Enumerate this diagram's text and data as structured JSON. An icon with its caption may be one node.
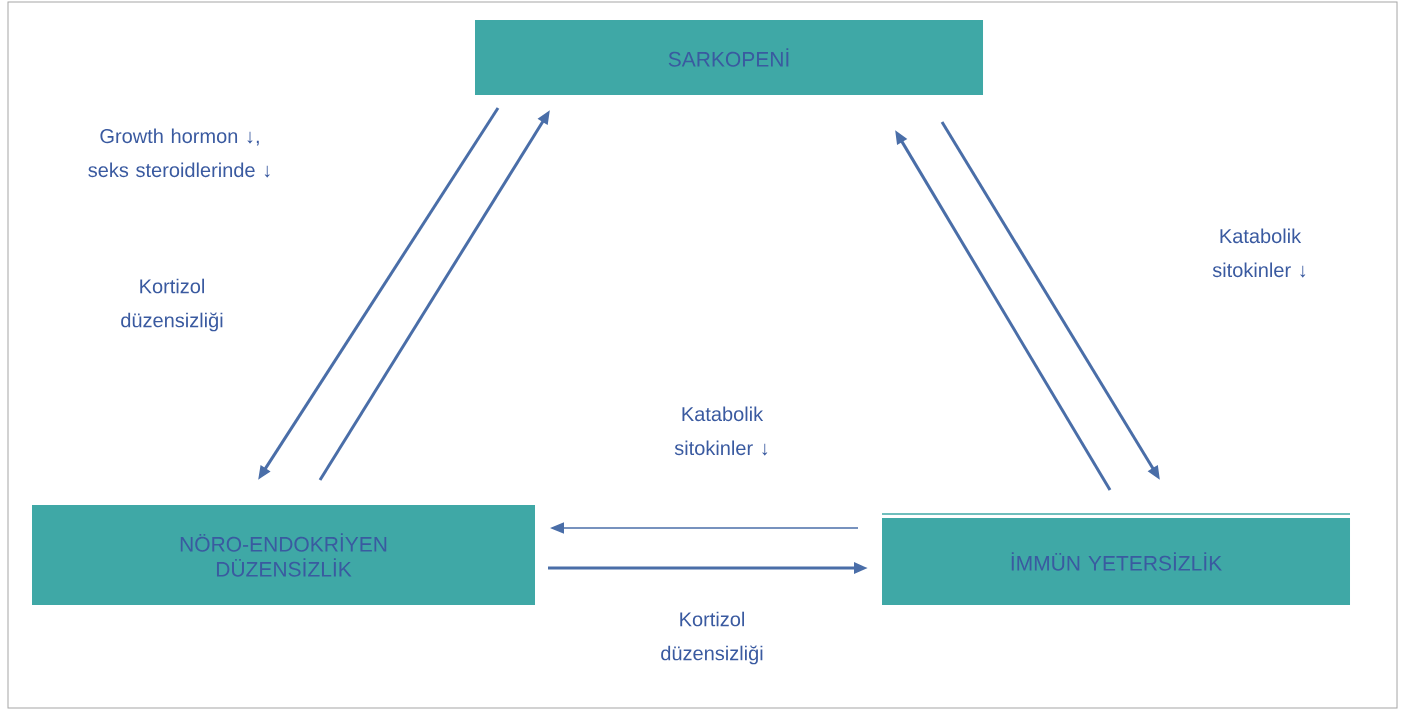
{
  "diagram": {
    "nodes": [
      {
        "text": [
          "SARKOPENİ"
        ]
      },
      {
        "text": [
          "NÖRO-ENDOKRİYEN DÜZENSİZLİK"
        ]
      },
      {
        "text": [
          "İMMÜN YETERSİZLİK"
        ]
      }
    ],
    "edges": [
      {
        "from": 0,
        "to": 1,
        "arrow": "to"
      },
      {
        "from": 1,
        "to": 0,
        "arrow": "to"
      },
      {
        "from": 2,
        "to": 0,
        "arrow": "to"
      },
      {
        "from": 0,
        "to": 2,
        "arrow": "to"
      },
      {
        "from": 2,
        "to": 1,
        "arrow": "to"
      },
      {
        "from": 1,
        "to": 2,
        "arrow": "to"
      }
    ],
    "labels": [
      "Growth hormon ↓, seks steroidlerinde ↓",
      "Kortizol düzensizliği",
      "Katabolik sitokinler ↓",
      "Katabolik sitokinler ↓",
      "Kortizol düzensizliği"
    ]
  }
}
